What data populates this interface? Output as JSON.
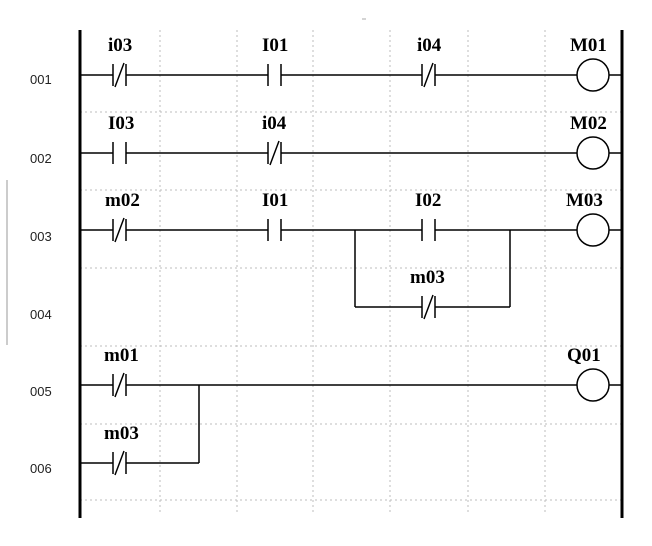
{
  "rows": [
    "001",
    "002",
    "003",
    "004",
    "005",
    "006"
  ],
  "rungs": [
    {
      "id": "rung-1",
      "contacts": [
        {
          "label": "i03",
          "type": "NC"
        },
        {
          "label": "I01",
          "type": "NO"
        },
        {
          "label": "i04",
          "type": "NC"
        }
      ],
      "coil": "M01"
    },
    {
      "id": "rung-2",
      "contacts": [
        {
          "label": "I03",
          "type": "NO"
        },
        {
          "label": "i04",
          "type": "NC"
        }
      ],
      "coil": "M02"
    },
    {
      "id": "rung-3",
      "contacts": [
        {
          "label": "m02",
          "type": "NC"
        },
        {
          "label": "I01",
          "type": "NO"
        },
        {
          "label": "I02",
          "type": "NO"
        }
      ],
      "parallel_contact": {
        "label": "m03",
        "type": "NC"
      },
      "coil": "M03"
    },
    {
      "id": "rung-4",
      "contacts": [
        {
          "label": "m01",
          "type": "NC"
        }
      ],
      "parallel_contact": {
        "label": "m03",
        "type": "NC"
      },
      "coil": "Q01"
    }
  ]
}
